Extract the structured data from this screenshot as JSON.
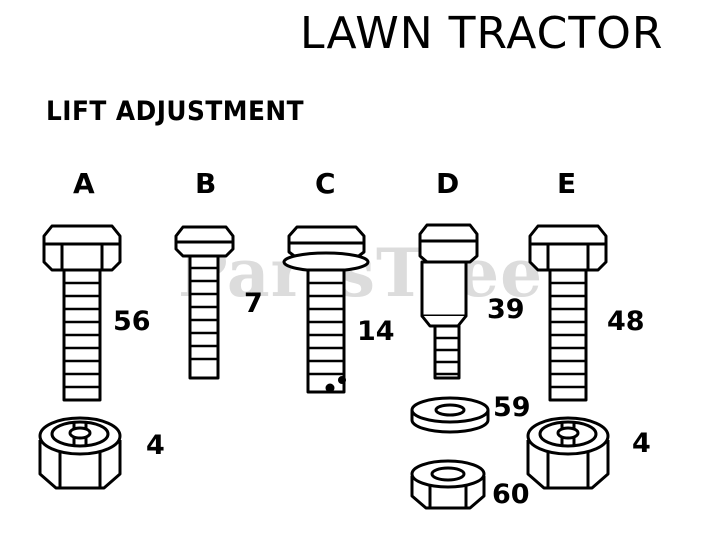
{
  "diagram": {
    "title": "LAWN TRACTOR",
    "subtitle": "LIFT ADJUSTMENT",
    "watermark": "PartsTree",
    "columns": [
      {
        "letter": "A"
      },
      {
        "letter": "B"
      },
      {
        "letter": "C"
      },
      {
        "letter": "D"
      },
      {
        "letter": "E"
      }
    ],
    "part_labels": [
      "56",
      "4",
      "7",
      "14",
      "39",
      "59",
      "60",
      "48",
      "4"
    ]
  }
}
